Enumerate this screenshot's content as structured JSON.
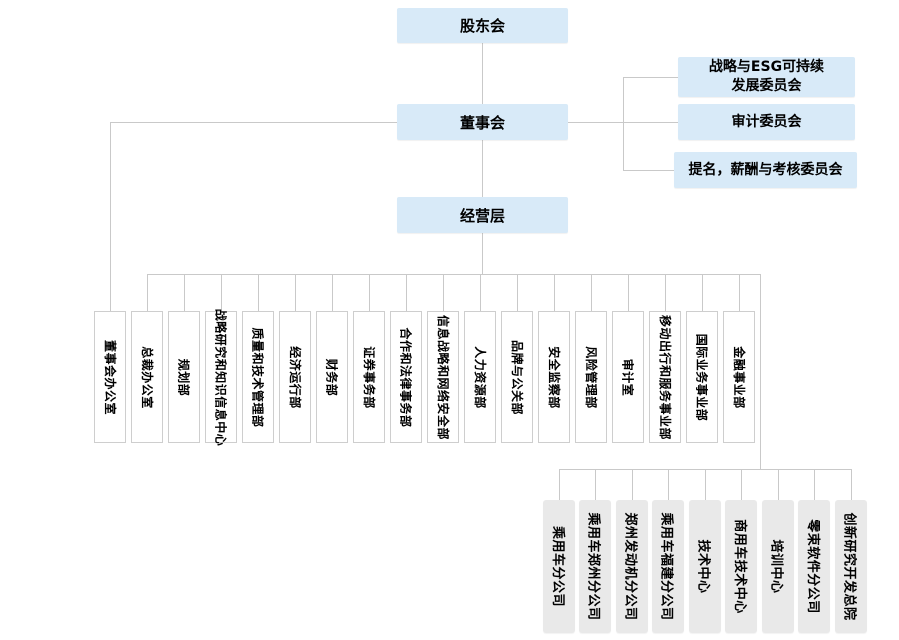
{
  "org": {
    "top_nodes": {
      "shareholders": "股东会",
      "board": "董事会",
      "management": "经营层"
    },
    "committees": [
      "战略与ESG可持续\n发展委员会",
      "审计委员会",
      "提名，薪酬与考核委员会"
    ],
    "departments": [
      "董事会办公室",
      "总裁办公室",
      "规划部",
      "战略研究和知识信息中心",
      "质量和技术管理部",
      "经济运行部",
      "财务部",
      "证券事务部",
      "合作和法律事务部",
      "信息战略和网络安全部",
      "人力资源部",
      "品牌与公关部",
      "安全监察部",
      "风险管理部",
      "审计室",
      "移动出行和服务事业部",
      "国际业务事业部",
      "金融事业部"
    ],
    "subsidiaries": [
      "乘用车分公司",
      "乘用车郑州分公司",
      "郑州发动机分公司",
      "乘用车福建分公司",
      "技术中心",
      "商用车技术中心",
      "培训中心",
      "零束软件分公司",
      "创新研究开发总院"
    ],
    "colors": {
      "node_blue": "#d8eaf8",
      "node_white": "#ffffff",
      "node_gray": "#e9e9e9",
      "connector_line": "#c9c9c9",
      "text": "#000000"
    }
  }
}
